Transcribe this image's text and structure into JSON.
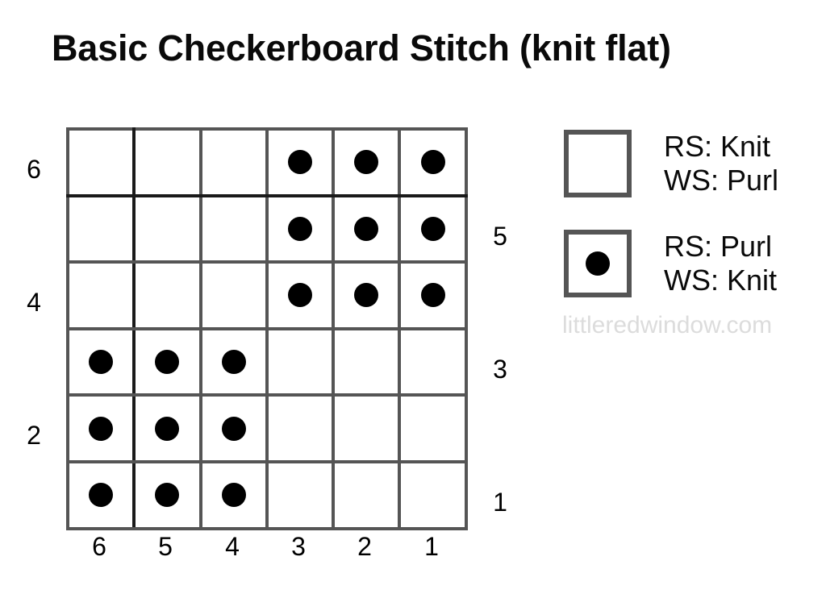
{
  "title": "Basic Checkerboard Stitch (knit flat)",
  "watermark": "littleredwindow.com",
  "legend": {
    "items": [
      {
        "symbol": "empty-square",
        "line1": "RS: Knit",
        "line2": "WS: Purl"
      },
      {
        "symbol": "dot-square",
        "line1": "RS: Purl",
        "line2": "WS: Knit"
      }
    ]
  },
  "chart_data": {
    "type": "heatmap",
    "title": "Basic Checkerboard Stitch (knit flat)",
    "xlabel": "",
    "ylabel": "",
    "rows": 6,
    "cols": 6,
    "grid_on": true,
    "legend_position": "right",
    "categories": [
      "6",
      "5",
      "4",
      "3",
      "2",
      "1"
    ],
    "x": [
      "6",
      "5",
      "4",
      "3",
      "2",
      "1"
    ],
    "column_labels": [
      "6",
      "5",
      "4",
      "3",
      "2",
      "1"
    ],
    "row_labels_left": [
      "6",
      "",
      "4",
      "",
      "2",
      ""
    ],
    "row_labels_right": [
      "",
      "5",
      "",
      "3",
      "",
      "1"
    ],
    "symbols": {
      "0": "knit",
      "1": "purl"
    },
    "series": [
      {
        "name": "row-6",
        "row_label": "6",
        "side": "left",
        "values": [
          0,
          0,
          0,
          1,
          1,
          1
        ]
      },
      {
        "name": "row-5",
        "row_label": "5",
        "side": "right",
        "values": [
          0,
          0,
          0,
          1,
          1,
          1
        ]
      },
      {
        "name": "row-4",
        "row_label": "4",
        "side": "left",
        "values": [
          0,
          0,
          0,
          1,
          1,
          1
        ]
      },
      {
        "name": "row-3",
        "row_label": "3",
        "side": "right",
        "values": [
          1,
          1,
          1,
          0,
          0,
          0
        ]
      },
      {
        "name": "row-2",
        "row_label": "2",
        "side": "left",
        "values": [
          1,
          1,
          1,
          0,
          0,
          0
        ]
      },
      {
        "name": "row-1",
        "row_label": "1",
        "side": "right",
        "values": [
          1,
          1,
          1,
          0,
          0,
          0
        ]
      }
    ],
    "accent_lines": {
      "horizontal_below_row_index": 0,
      "vertical_after_col_index": 0
    },
    "colors": {
      "grid_line": "#555555",
      "accent_line": "#1a1a1a",
      "dot": "#000000",
      "cell_background": "#ffffff",
      "text": "#000000",
      "watermark": "#dcdcdc",
      "page_background": "#ffffff"
    }
  }
}
